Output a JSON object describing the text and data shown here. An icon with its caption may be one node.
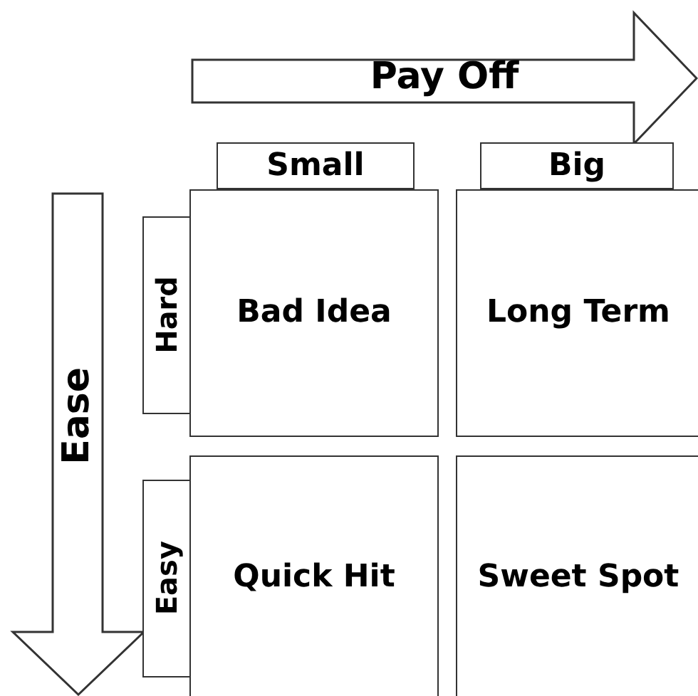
{
  "diagram": {
    "nodes": [
      {
        "text": [
          "Pay Off"
        ]
      },
      {
        "text": [
          "Small"
        ]
      },
      {
        "text": [
          "Big"
        ]
      },
      {
        "text": [
          "Ease"
        ]
      },
      {
        "text": [
          "Hard"
        ]
      },
      {
        "text": [
          "Bad Idea"
        ]
      },
      {
        "text": [
          "Long Term"
        ]
      },
      {
        "text": [
          "Easy"
        ]
      },
      {
        "text": [
          "Quick Hit"
        ]
      },
      {
        "text": [
          "Sweet Spot"
        ]
      }
    ]
  }
}
